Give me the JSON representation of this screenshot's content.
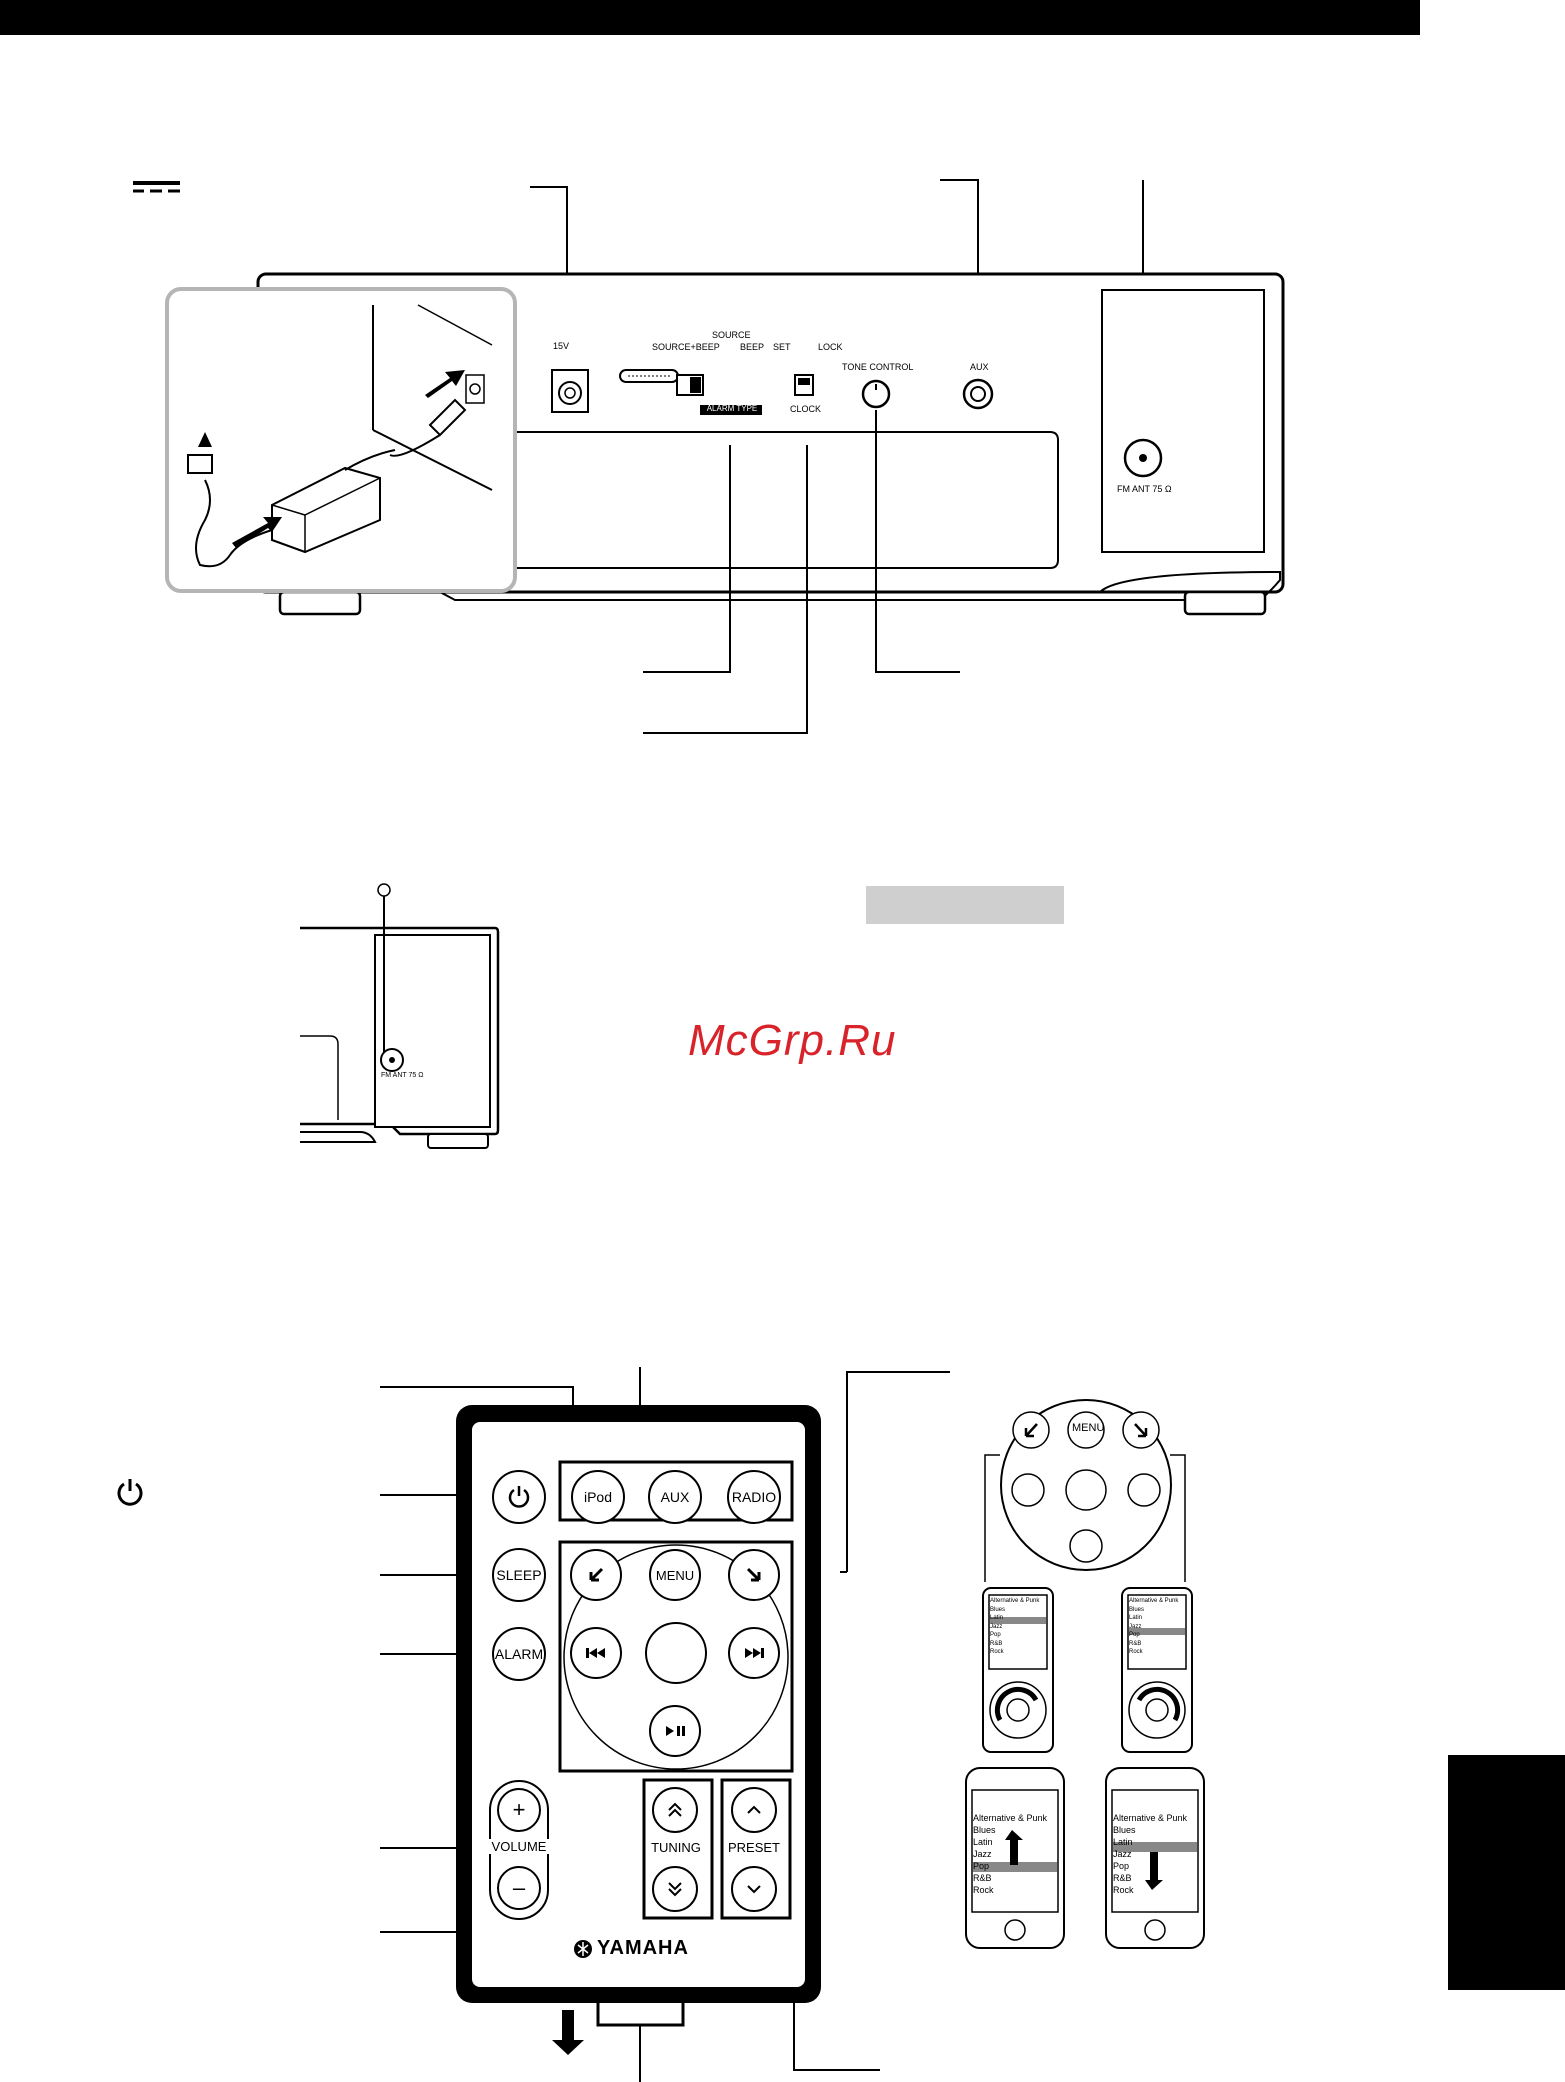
{
  "watermark": "McGrp.Ru",
  "rear_panel": {
    "dc_in_label": "15V",
    "switch_alarm": {
      "label_source": "SOURCE",
      "label_source_beep": "SOURCE+BEEP",
      "label_beep": "BEEP",
      "badge": "ALARM TYPE"
    },
    "switch_clock": {
      "label_set": "SET",
      "label_lock": "LOCK",
      "label_clock": "CLOCK"
    },
    "tone_control_label": "TONE CONTROL",
    "aux_label": "AUX",
    "fm_label": "FM ANT 75 Ω"
  },
  "antenna_detail": {
    "fm_label": "FM ANT 75 Ω"
  },
  "remote": {
    "source_buttons": [
      "iPod",
      "AUX",
      "RADIO"
    ],
    "sleep": "SLEEP",
    "alarm": "ALARM",
    "menu": "MENU",
    "volume": "VOLUME",
    "tuning": "TUNING",
    "preset": "PRESET",
    "brand": "YAMAHA"
  },
  "ipod_illustration": {
    "menu": "MENU",
    "list_items": [
      "Alternative & Punk",
      "Blues",
      "Latin",
      "Jazz",
      "Pop",
      "R&B",
      "Rock"
    ]
  },
  "colors": {
    "watermark": "#d9232a",
    "grey_box": "#cfcfcf",
    "inset_border": "#b5b5b5"
  }
}
